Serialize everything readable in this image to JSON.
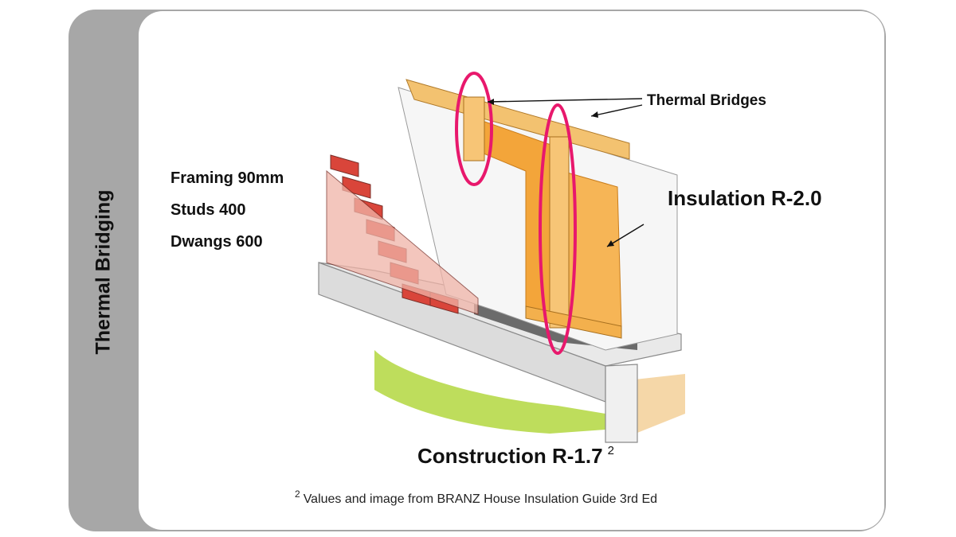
{
  "side_title": "Thermal Bridging",
  "specs": [
    "Framing 90mm",
    "Studs 400",
    "Dwangs 600"
  ],
  "labels": {
    "thermal_bridges": "Thermal Bridges",
    "insulation": "Insulation R-2.0",
    "construction": "Construction R-1.7",
    "construction_ref": "2"
  },
  "footnote": {
    "marker": "2",
    "text": "Values and image from BRANZ House Insulation Guide 3rd Ed"
  },
  "colors": {
    "frame_gray": "#a7a7a7",
    "highlight_magenta": "#e8186c",
    "timber_orange": "#f3a53a",
    "brick_red": "#d9453a",
    "grass_green": "#b7d94a"
  }
}
